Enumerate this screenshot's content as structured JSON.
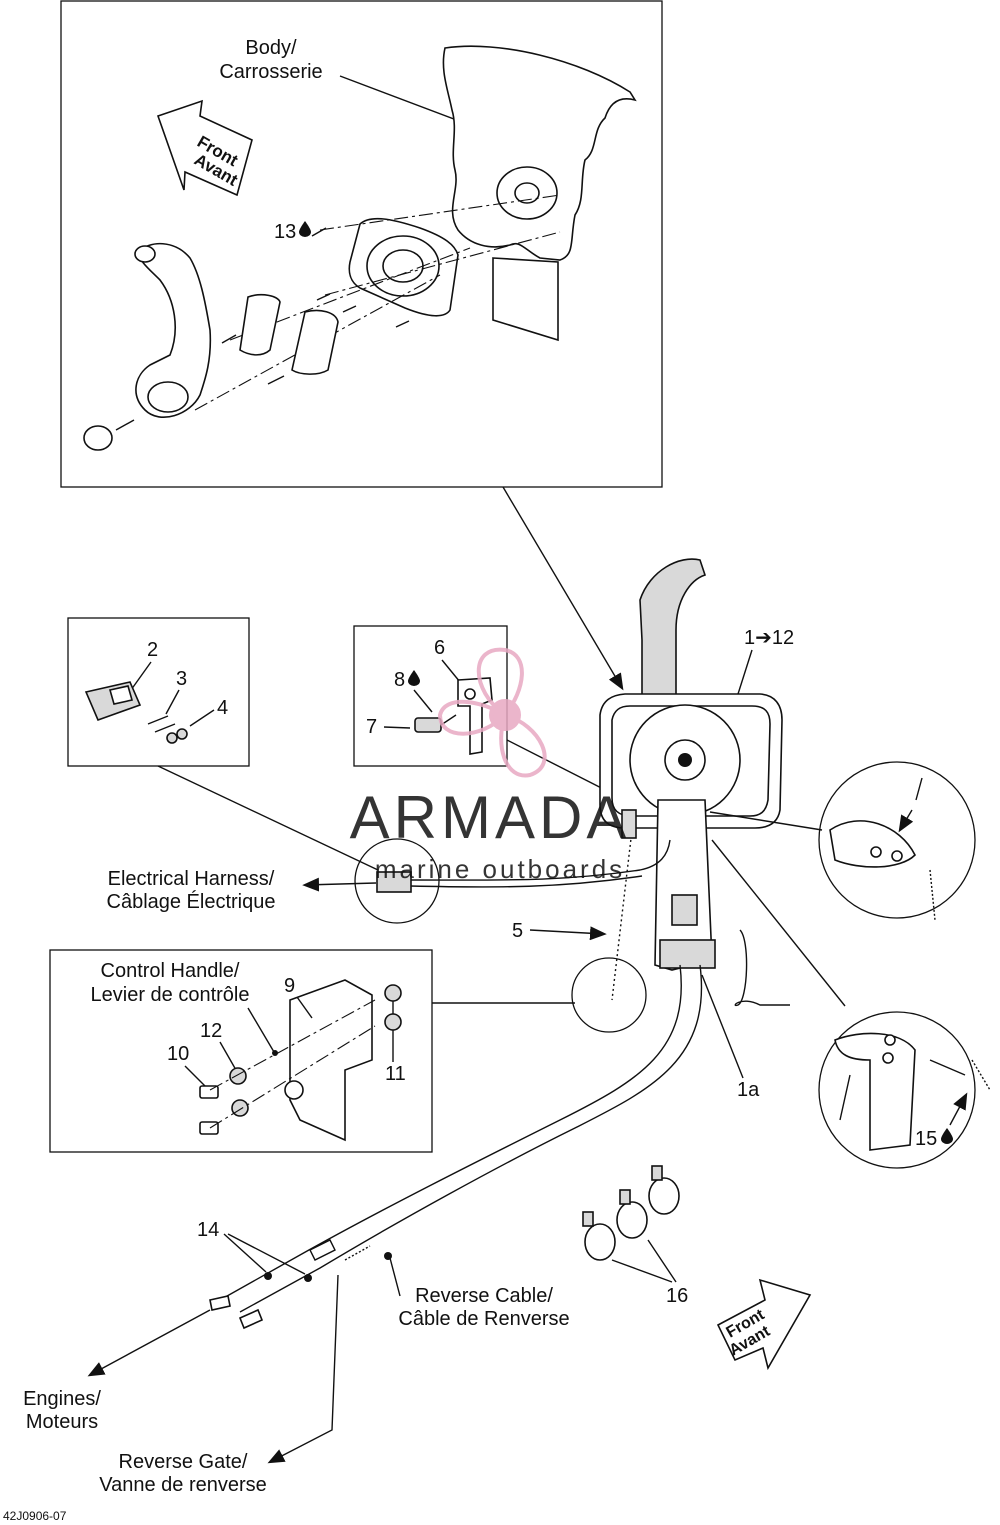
{
  "labels": {
    "body": [
      "Body/",
      "Carrosserie"
    ],
    "front_top": [
      "Front",
      "Avant"
    ],
    "front_bottom": [
      "Front",
      "Avant"
    ],
    "electrical_harness": [
      "Electrical  Harness/",
      "Câblage Électrique"
    ],
    "control_handle": [
      "Control Handle/",
      "Levier de contrôle"
    ],
    "reverse_cable": [
      "Reverse Cable/",
      "Câble de Renverse"
    ],
    "engines": [
      "Engines/",
      "Moteurs"
    ],
    "reverse_gate": [
      "Reverse Gate/",
      "Vanne de renverse"
    ]
  },
  "part_numbers": {
    "p13": "13",
    "p2": "2",
    "p3": "3",
    "p4": "4",
    "p6": "6",
    "p8": "8",
    "p7": "7",
    "p1_12": "1➔12",
    "p5": "5",
    "p9": "9",
    "p12": "12",
    "p10": "10",
    "p11": "11",
    "p1a": "1a",
    "p15": "15",
    "p14": "14",
    "p16": "16"
  },
  "watermark": {
    "brand": "ARMADA",
    "tagline": "marine outboards",
    "color": "#e8a9c3"
  },
  "diagram_code": "42J0906-07",
  "icons": {
    "drop": "drop-icon",
    "arrow": "arrow-right-icon"
  }
}
